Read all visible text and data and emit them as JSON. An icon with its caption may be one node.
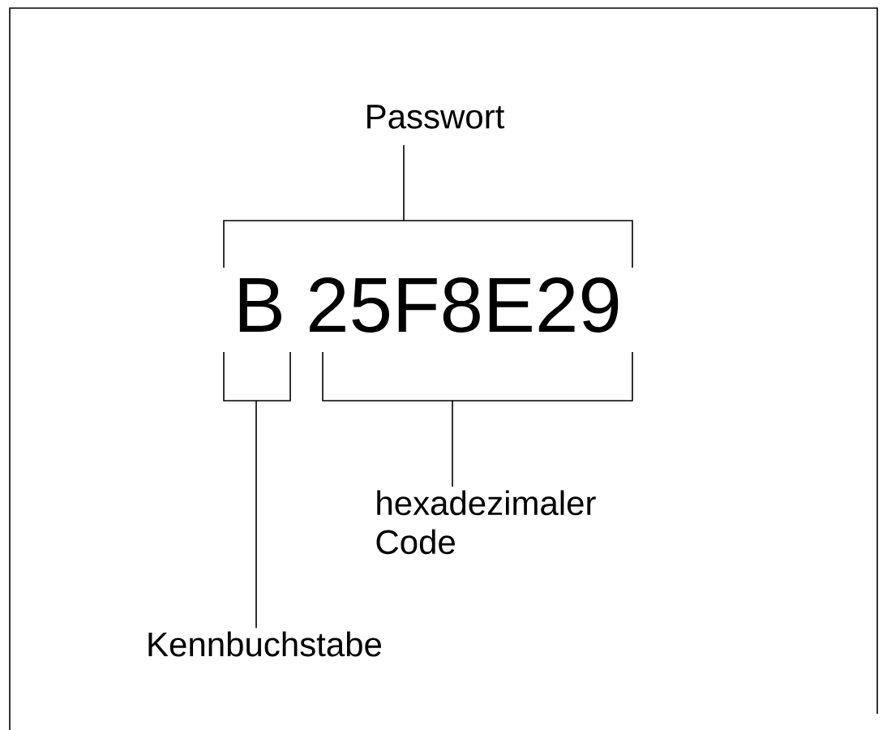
{
  "diagram": {
    "nodes": [
      {
        "text": [
          "Passwort"
        ]
      },
      {
        "text": [
          "B"
        ]
      },
      {
        "text": [
          "25F8E29"
        ]
      },
      {
        "text": [
          "hexadezimaler Code"
        ]
      },
      {
        "text": [
          "Kennbuchstabe"
        ]
      }
    ],
    "edges": [
      {
        "from": 0,
        "to": 1,
        "arrow": "none"
      },
      {
        "from": 0,
        "to": 2,
        "arrow": "none"
      },
      {
        "from": 3,
        "to": 2,
        "arrow": "none"
      },
      {
        "from": 4,
        "to": 1,
        "arrow": "none"
      }
    ]
  }
}
